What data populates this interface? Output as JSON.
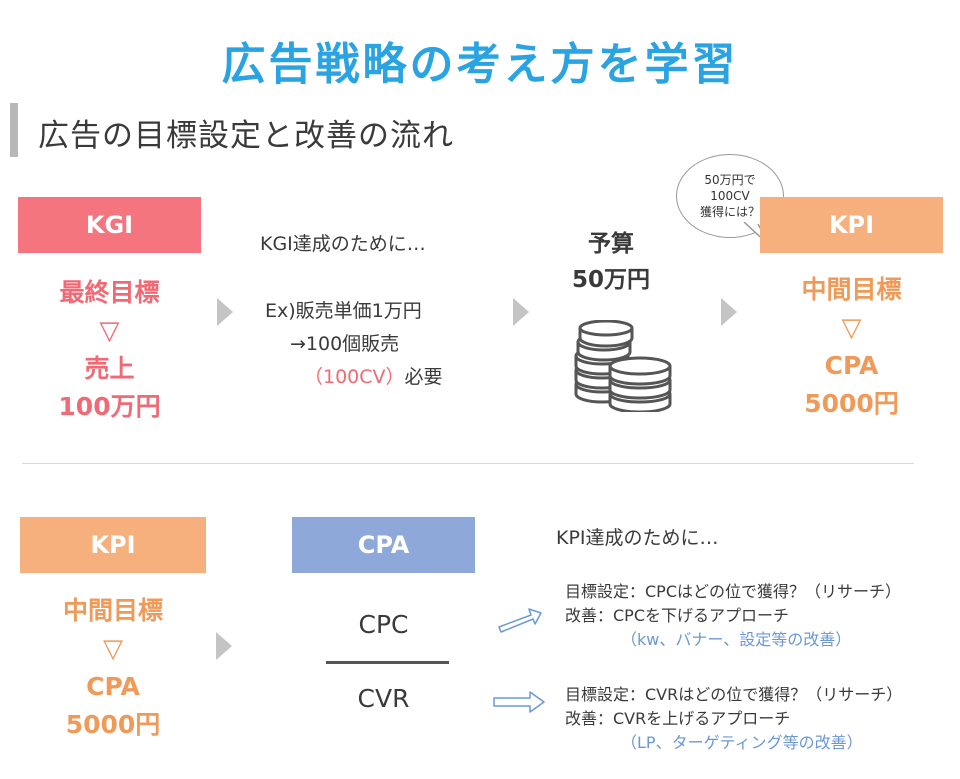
{
  "title": "広告戦略の考え方を学習",
  "section_title": "広告の目標設定と改善の流れ",
  "kgi": {
    "label": "KGI",
    "line1": "最終目標",
    "tri": "▽",
    "line2": "売上",
    "line3": "100万円"
  },
  "kgi_explain": {
    "heading": "KGI達成のために…",
    "line1": "Ex)販売単価1万円",
    "line2": "→100個販売",
    "line3_red": "（100CV）",
    "line3_rest": "必要"
  },
  "budget": {
    "line1": "予算",
    "line2": "50万円"
  },
  "bubble": {
    "line1": "50万円で",
    "line2": "100CV",
    "line3": "獲得には？"
  },
  "kpi_top": {
    "label": "KPI",
    "line1": "中間目標",
    "tri": "▽",
    "line2": "CPA",
    "line3": "5000円"
  },
  "kpi_bottom": {
    "label": "KPI",
    "line1": "中間目標",
    "tri": "▽",
    "line2": "CPA",
    "line3": "5000円"
  },
  "cpa": {
    "label": "CPA",
    "numerator": "CPC",
    "denominator": "CVR"
  },
  "kpi_explain": {
    "heading": "KPI達成のために…",
    "cpc_line1": "目標設定：CPCはどの位で獲得？（リサーチ）",
    "cpc_line2": "改善：CPCを下げるアプローチ",
    "cpc_line3": "（kw、バナー、設定等の改善）",
    "cvr_line1": "目標設定：CVRはどの位で獲得？（リサーチ）",
    "cvr_line2": "改善：CVRを上げるアプローチ",
    "cvr_line3": "（LP、ターゲティング等の改善）"
  },
  "colors": {
    "title_blue": "#29a3e2",
    "kgi_pink": "#f4757e",
    "kpi_orange": "#f5b07e",
    "cpa_blue": "#8ea9d9"
  },
  "icons": [
    "coins-icon",
    "arrow-right-icon",
    "outline-arrow-icon"
  ]
}
